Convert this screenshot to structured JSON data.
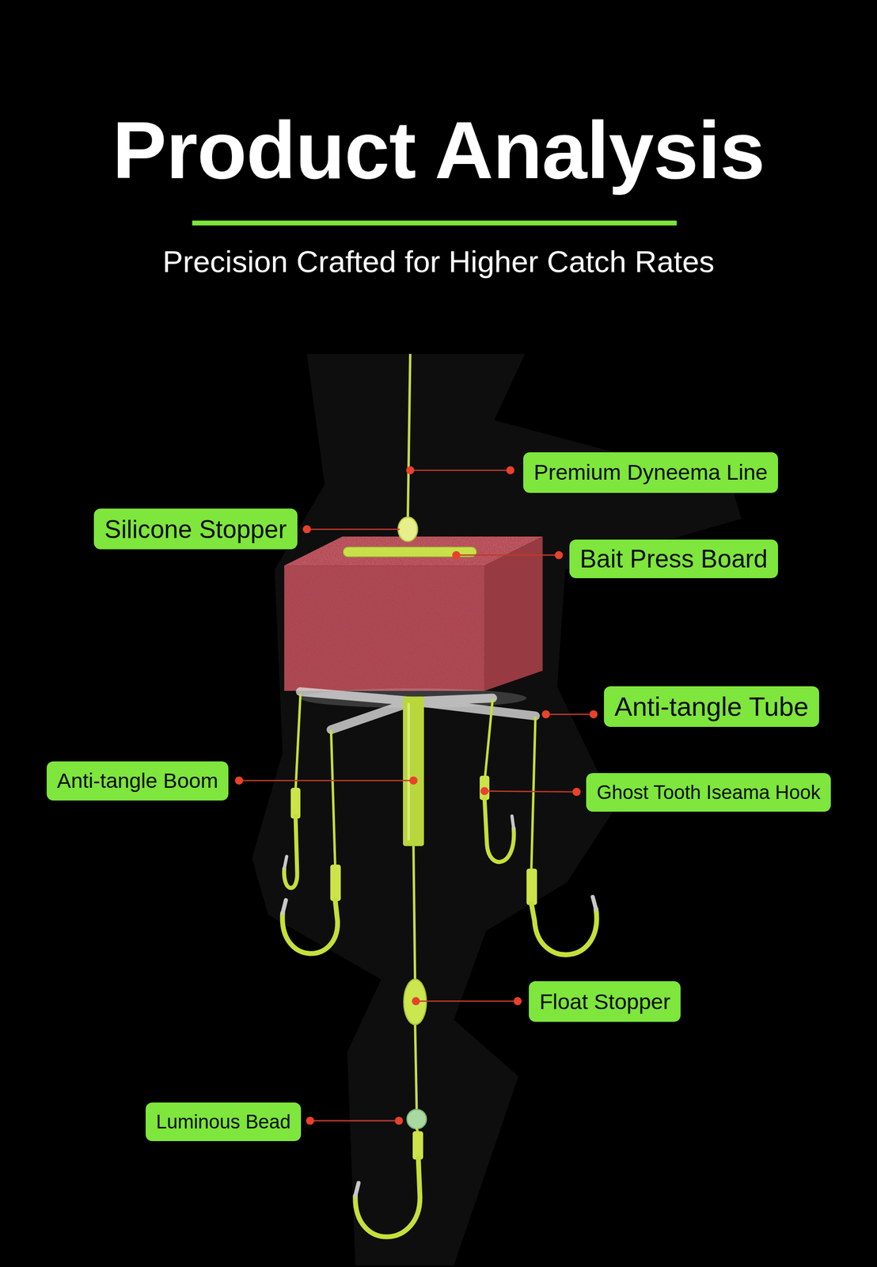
{
  "diagram": {
    "title": "Product Analysis",
    "caption": "Precision Crafted for Higher Catch Rates",
    "nodes": [
      {
        "text": [
          "Premium Dyneema Line"
        ]
      },
      {
        "text": [
          "Silicone Stopper"
        ]
      },
      {
        "text": [
          "Bait Press Board"
        ]
      },
      {
        "text": [
          "Anti-tangle Tube"
        ]
      },
      {
        "text": [
          "Anti-tangle Boom"
        ]
      },
      {
        "text": [
          "Ghost Tooth Iseama Hook"
        ]
      },
      {
        "text": [
          "Float Stopper"
        ]
      },
      {
        "text": [
          "Luminous Bead"
        ]
      }
    ]
  }
}
